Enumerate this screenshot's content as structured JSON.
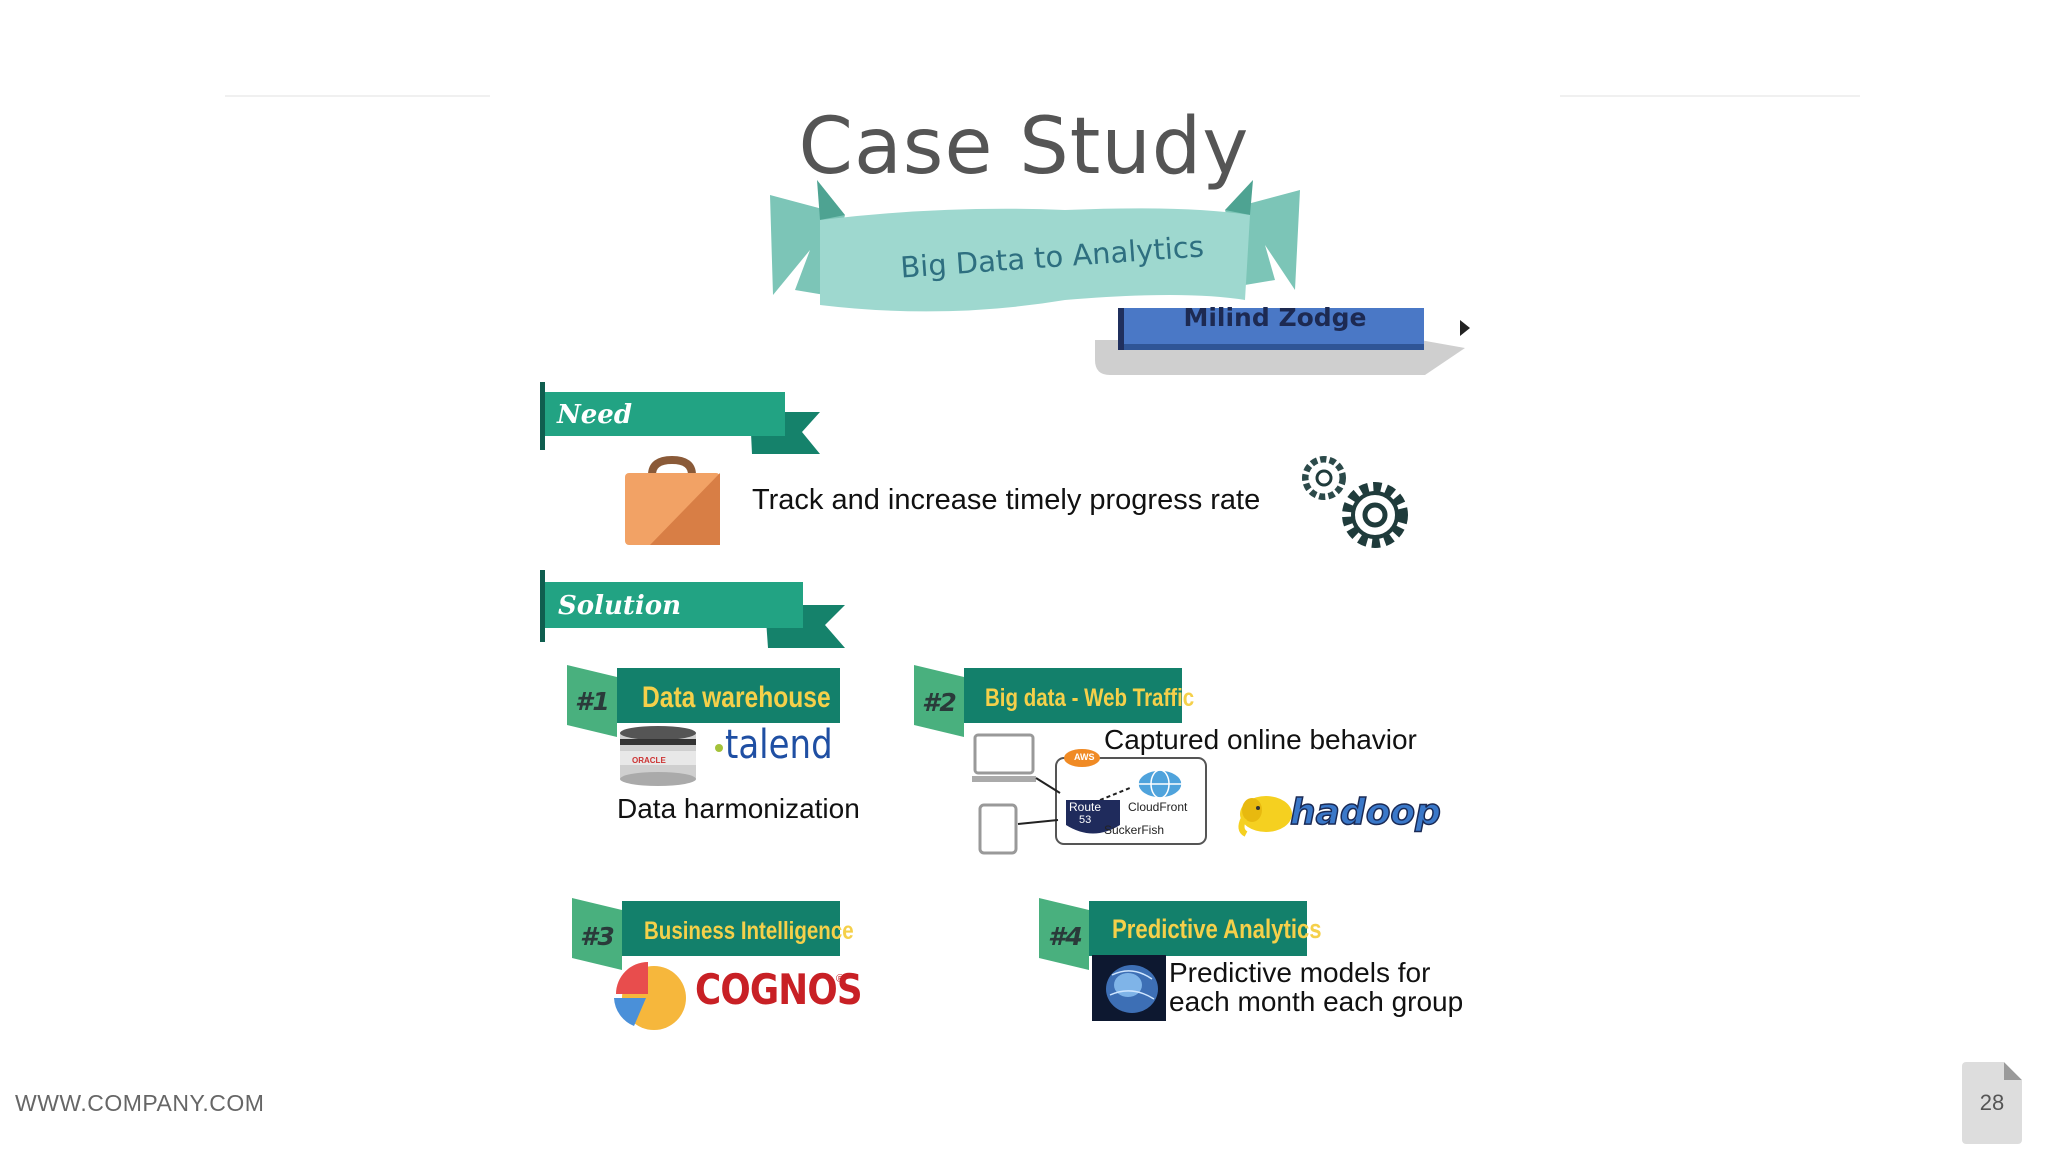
{
  "slide": {
    "title": "Case Study",
    "subtitle": "Big Data to Analytics",
    "author": "Milind Zodge"
  },
  "need": {
    "label": "Need",
    "text": "Track and increase timely progress rate"
  },
  "solution": {
    "label": "Solution",
    "items": [
      {
        "number": "#1",
        "title": "Data warehouse",
        "logos": [
          "ORACLE",
          "talend"
        ],
        "caption": "Data harmonization"
      },
      {
        "number": "#2",
        "title": "Big data - Web Traffic",
        "caption": "Captured online behavior",
        "diagram": {
          "aws": "AWS",
          "route": "Route",
          "route_num": "53",
          "cloudfront": "CloudFront",
          "suckerfish": "SuckerFish"
        },
        "logo": "hadoop"
      },
      {
        "number": "#3",
        "title": "Business Intelligence",
        "logo": "COGNOS",
        "registered": "®"
      },
      {
        "number": "#4",
        "title": "Predictive Analytics",
        "caption_line1": "Predictive models for",
        "caption_line2": "each month each group"
      }
    ]
  },
  "footer": {
    "url": "WWW.COMPANY.COM",
    "page": "28"
  },
  "colors": {
    "teal_dark": "#15826b",
    "teal_banner": "#22a383",
    "ribbon": "#9ed8cf",
    "author_bar": "#4a78c6",
    "yellow_title": "#f5d04a"
  },
  "icons": [
    "briefcase-icon",
    "gears-icon",
    "database-icon",
    "monitor-icon",
    "tablet-icon",
    "globe-icon",
    "pie-chart-icon",
    "brain-image-icon",
    "hadoop-elephant-icon"
  ]
}
